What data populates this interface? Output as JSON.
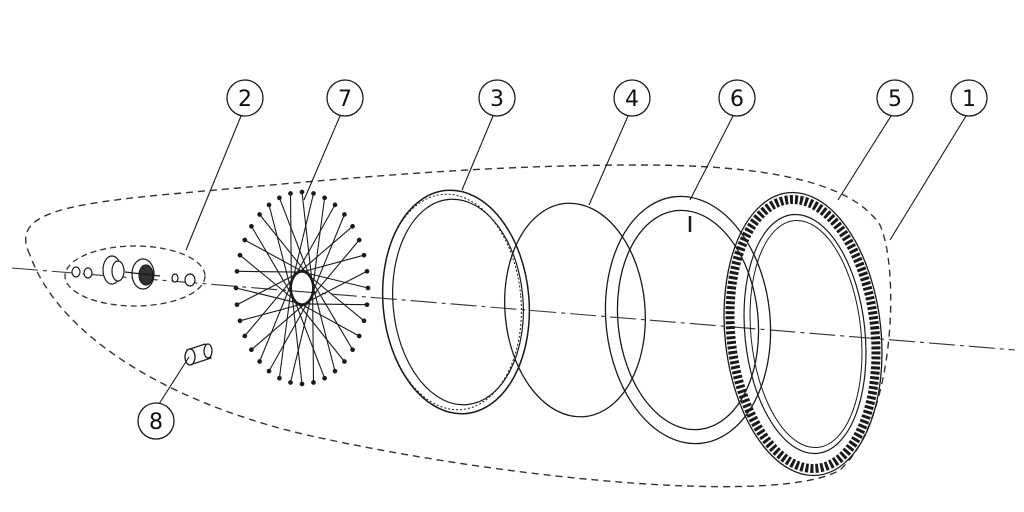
{
  "diagram": {
    "callouts": [
      {
        "label": "1",
        "part": "tire"
      },
      {
        "label": "2",
        "part": "hub"
      },
      {
        "label": "3",
        "part": "rim"
      },
      {
        "label": "4",
        "part": "rim-tape"
      },
      {
        "label": "5",
        "part": "tire"
      },
      {
        "label": "6",
        "part": "inner-tube"
      },
      {
        "label": "7",
        "part": "spokes"
      },
      {
        "label": "8",
        "part": "nipple"
      }
    ],
    "colors": {
      "line": "#1a1a1a",
      "background": "#ffffff"
    }
  }
}
